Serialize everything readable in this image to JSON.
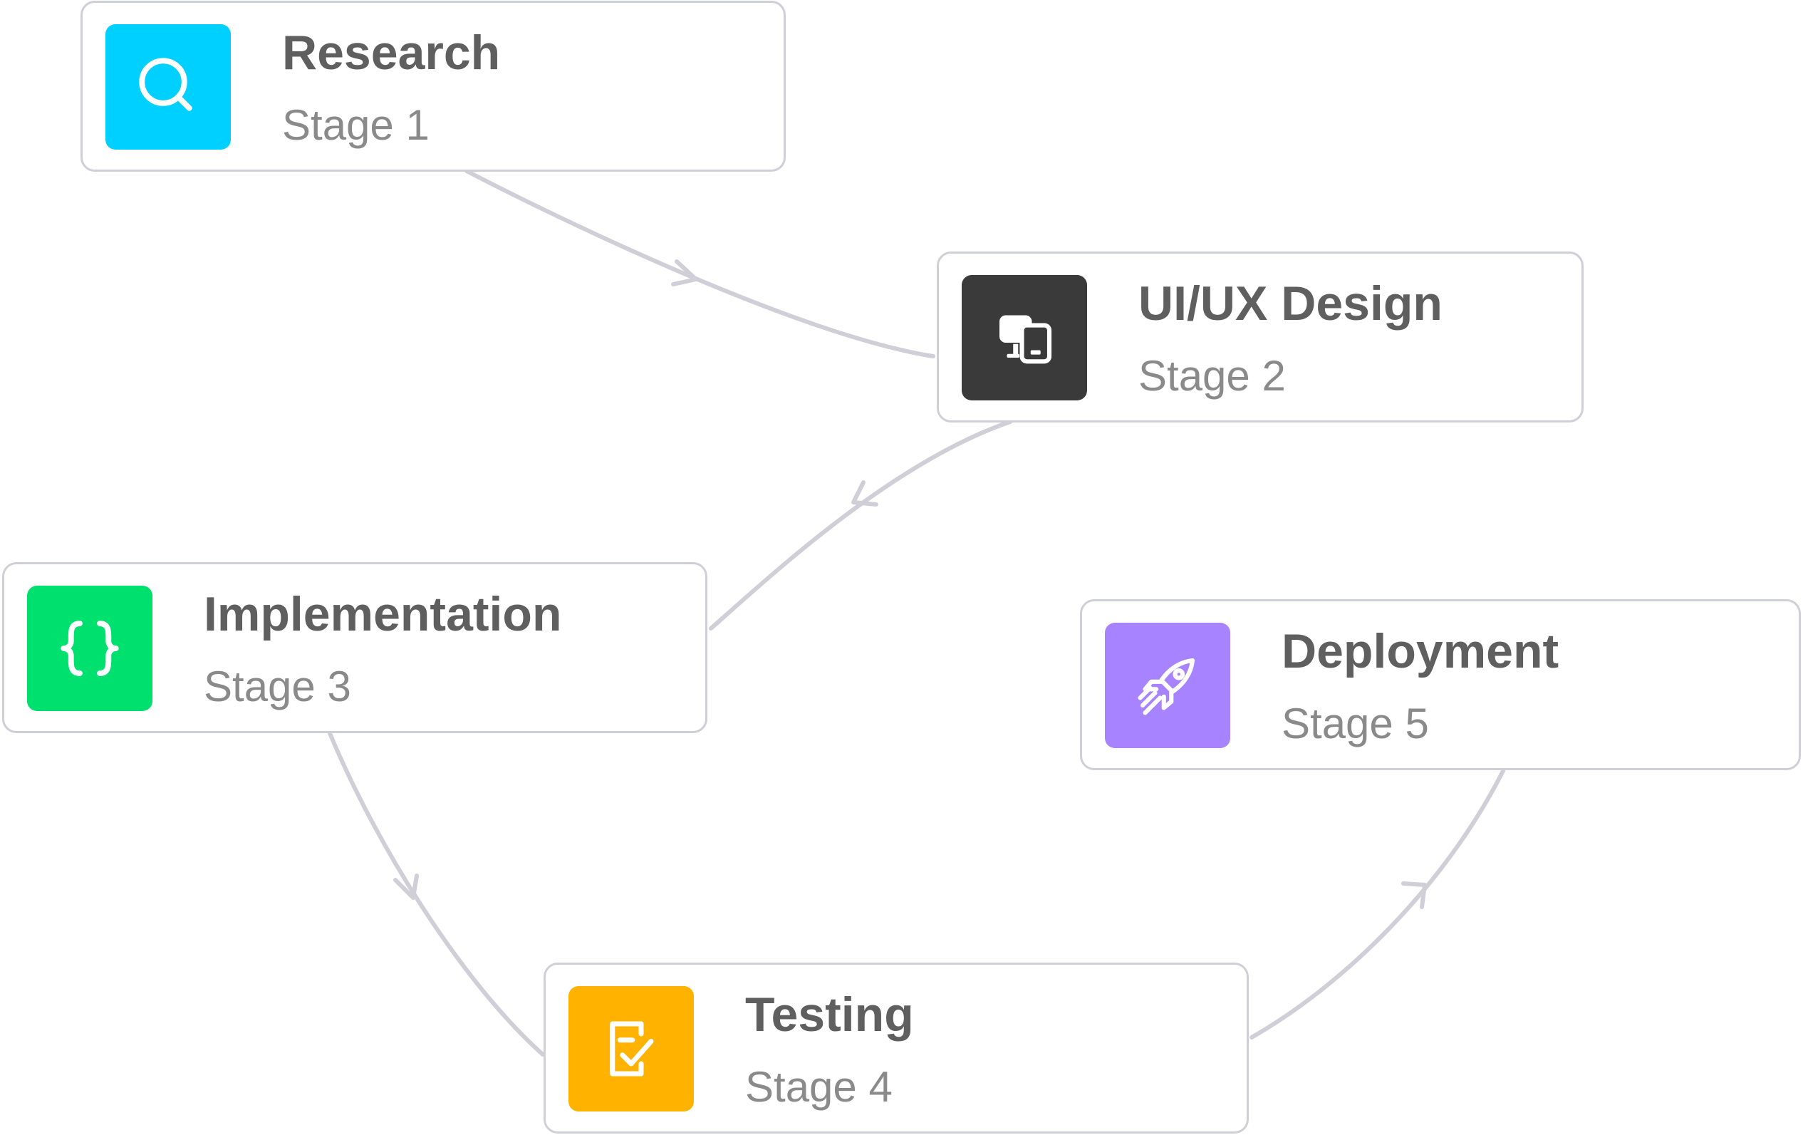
{
  "stages": [
    {
      "title": "Research",
      "subtitle": "Stage 1",
      "icon": "search-icon",
      "color": "#00d0ff"
    },
    {
      "title": "UI/UX Design",
      "subtitle": "Stage 2",
      "icon": "devices-icon",
      "color": "#3a3a3a"
    },
    {
      "title": "Implementation",
      "subtitle": "Stage 3",
      "icon": "code-braces-icon",
      "color": "#00e06e"
    },
    {
      "title": "Testing",
      "subtitle": "Stage 4",
      "icon": "checklist-icon",
      "color": "#ffb300"
    },
    {
      "title": "Deployment",
      "subtitle": "Stage 5",
      "icon": "rocket-icon",
      "color": "#a883ff"
    }
  ],
  "connector_color": "#d0cfd8"
}
